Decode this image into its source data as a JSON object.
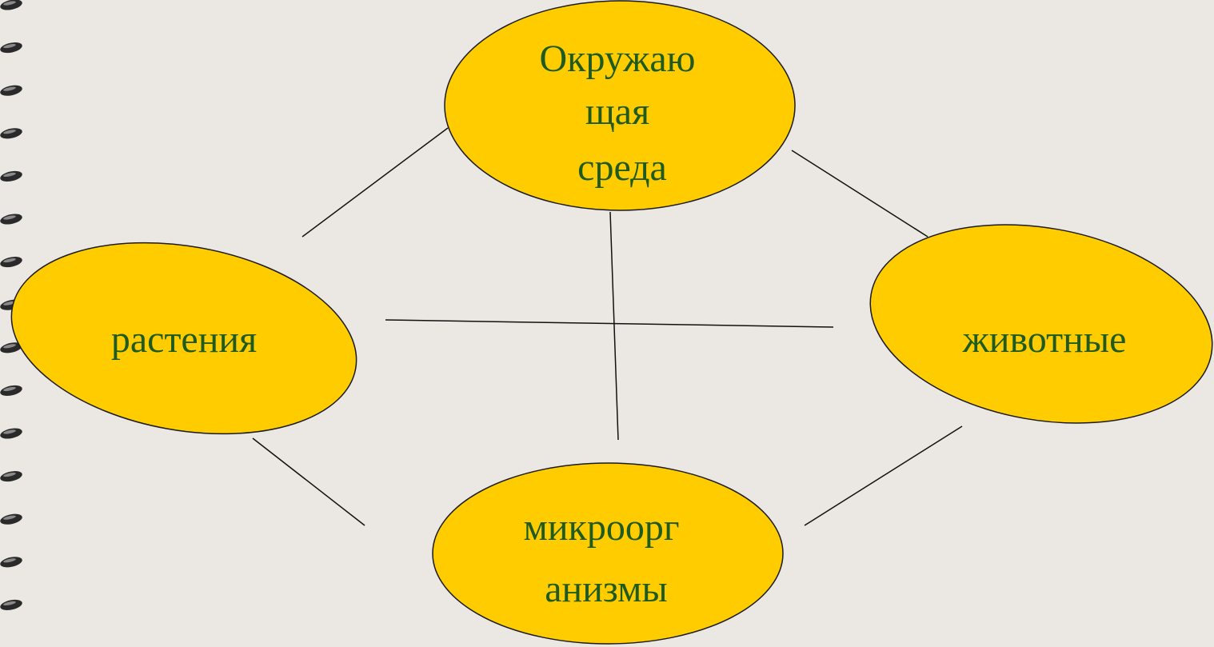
{
  "colors": {
    "background": "#ebe7e2",
    "node_fill": "#ffcc00",
    "node_text": "#1f5a1f",
    "line": "#111111"
  },
  "nodes": {
    "environment": {
      "lines": [
        "Окружаю",
        "щая",
        "среда"
      ]
    },
    "plants": {
      "lines": [
        "растения"
      ]
    },
    "animals": {
      "lines": [
        "животные"
      ]
    },
    "microorganisms": {
      "lines": [
        "микроорг",
        "анизмы"
      ]
    }
  }
}
